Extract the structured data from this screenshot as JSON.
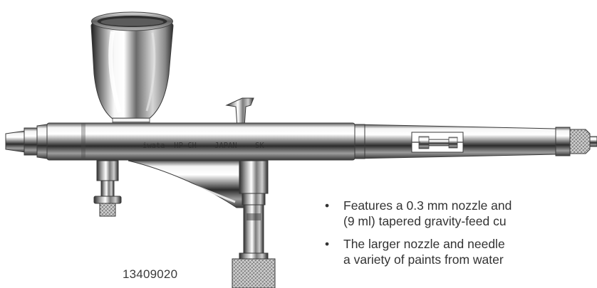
{
  "product": {
    "engraving": "iwata  HP-CH    JAPAN    SK",
    "sku": "13409020",
    "features": [
      {
        "bullet": "•",
        "line1": "Features a 0.3 mm nozzle and",
        "line2": "(9 ml) tapered gravity-feed cu"
      },
      {
        "bullet": "•",
        "line1": "The larger nozzle and needle",
        "line2": "a variety of paints from water"
      }
    ]
  }
}
